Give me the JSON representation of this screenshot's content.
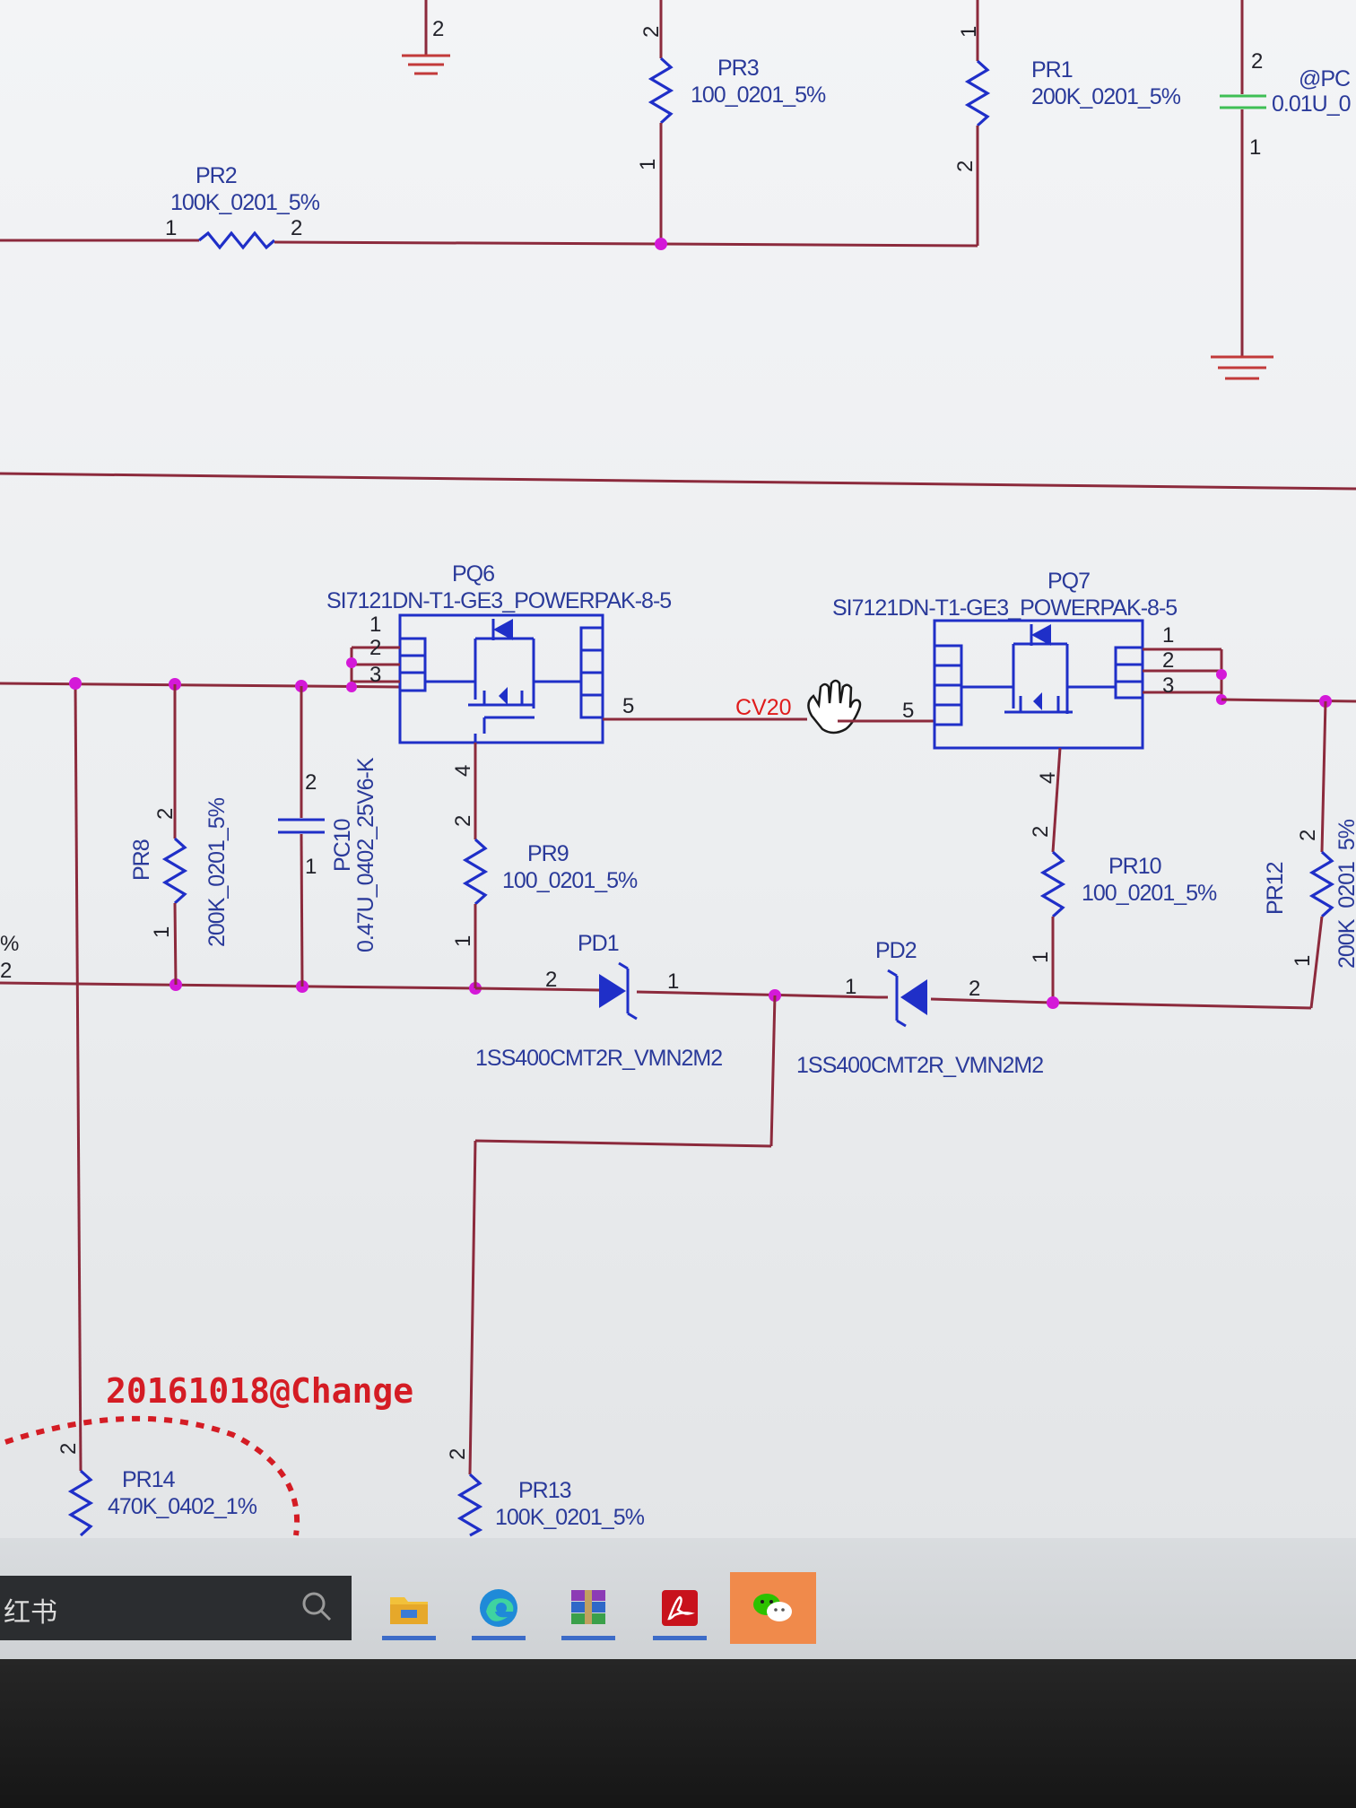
{
  "schematic": {
    "components": {
      "pr1": {
        "ref": "PR1",
        "value": "200K_0201_5%",
        "pin_top": "1",
        "pin_bottom": "2"
      },
      "pr2": {
        "ref": "PR2",
        "value": "100K_0201_5%",
        "pin_left": "1",
        "pin_right": "2"
      },
      "pr3": {
        "ref": "PR3",
        "value": "100_0201_5%",
        "pin_top": "2",
        "pin_bottom": "1"
      },
      "pc_top": {
        "ref": "@PC",
        "value": "0.01U_0",
        "pin_top": "2",
        "pin_bottom": "1"
      },
      "gnd_top_left_pin": "2",
      "pq6": {
        "ref": "PQ6",
        "value": "SI7121DN-T1-GE3_POWERPAK-8-5",
        "pins": [
          "1",
          "2",
          "3"
        ],
        "pin_drain": "5",
        "pin_gate": "4"
      },
      "pq7": {
        "ref": "PQ7",
        "value": "SI7121DN-T1-GE3_POWERPAK-8-5",
        "pins": [
          "1",
          "2",
          "3"
        ],
        "pin_drain": "5",
        "pin_gate": "4"
      },
      "pr8": {
        "ref": "PR8",
        "value": "200K_0201_5%",
        "pin_top": "2",
        "pin_bottom": "1"
      },
      "pc10": {
        "ref": "PC10",
        "value": "0.47U_0402_25V6-K",
        "pin_top": "2",
        "pin_bottom": "1"
      },
      "pr9": {
        "ref": "PR9",
        "value": "100_0201_5%",
        "pin_top": "2",
        "pin_bottom": "1"
      },
      "pr10": {
        "ref": "PR10",
        "value": "100_0201_5%",
        "pin_top": "2",
        "pin_bottom": "1"
      },
      "pr12": {
        "ref": "PR12",
        "value": "200K_0201_5%",
        "pin_top": "2",
        "pin_bottom": "1"
      },
      "pd1": {
        "ref": "PD1",
        "value": "1SS400CMT2R_VMN2M2",
        "pin_left": "2",
        "pin_right": "1"
      },
      "pd2": {
        "ref": "PD2",
        "value": "1SS400CMT2R_VMN2M2",
        "pin_left": "1",
        "pin_right": "2"
      },
      "pr13": {
        "ref": "PR13",
        "value": "100K_0201_5%",
        "pin_top": "2"
      },
      "pr14": {
        "ref": "PR14",
        "value": "470K_0402_1%",
        "pin_top": "2"
      }
    },
    "net_label": "CV20",
    "left_edge_fragments": [
      "%",
      "2"
    ],
    "change_note": "20161018@Change",
    "colors": {
      "wire": "#8c2a3c",
      "part": "#1f2fc8",
      "junction": "#d419d8",
      "net_label": "#e01c1c",
      "note": "#d41c24",
      "capacitor_top": "#3fbf55"
    }
  },
  "taskbar": {
    "search_text": "红书",
    "search_icon": "search-icon",
    "apps": [
      {
        "name": "File Explorer",
        "icon": "folder-icon"
      },
      {
        "name": "Microsoft Edge",
        "icon": "edge-icon"
      },
      {
        "name": "WinRAR",
        "icon": "winrar-icon"
      },
      {
        "name": "Adobe Acrobat",
        "icon": "acrobat-icon"
      },
      {
        "name": "WeChat",
        "icon": "wechat-icon"
      }
    ]
  }
}
